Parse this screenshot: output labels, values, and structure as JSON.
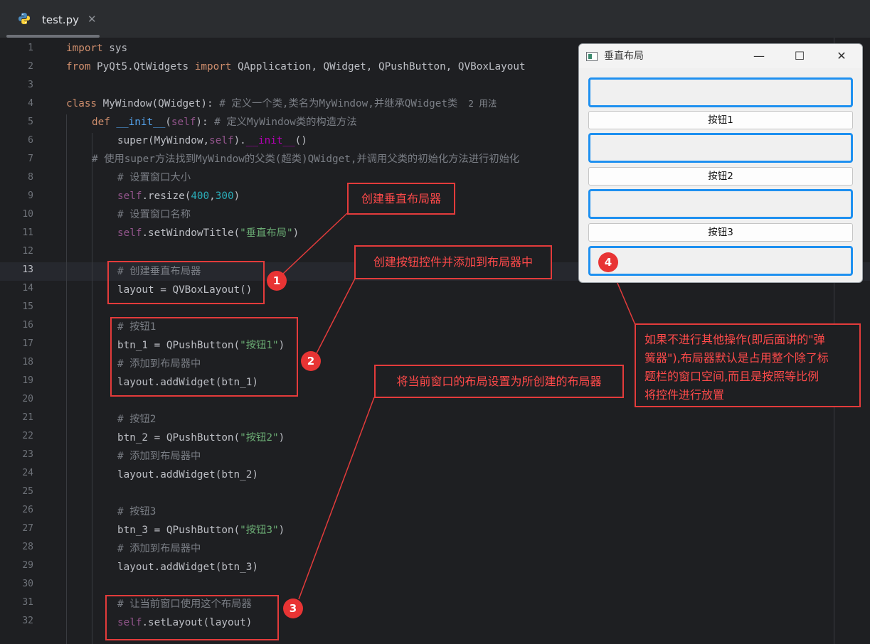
{
  "tab": {
    "file_name": "test.py",
    "close_glyph": "✕",
    "icon": "python-icon"
  },
  "editor": {
    "line_numbers": [
      "1",
      "2",
      "3",
      "4",
      "5",
      "6",
      "7",
      "8",
      "9",
      "10",
      "11",
      "12",
      "13",
      "14",
      "15",
      "16",
      "17",
      "18",
      "19",
      "20",
      "21",
      "22",
      "23",
      "24",
      "25",
      "26",
      "27",
      "28",
      "29",
      "30",
      "31",
      "32"
    ],
    "active_line": "13",
    "code": {
      "l1_kw": "import",
      "l1_rest": " sys",
      "l2_kw1": "from",
      "l2_mod": " PyQt5.QtWidgets ",
      "l2_kw2": "import",
      "l2_rest": " QApplication, QWidget, QPushButton, QVBoxLayout",
      "l4_kw": "class",
      "l4_rest": " MyWindow(QWidget): ",
      "l4_cm": "# 定义一个类,类名为MyWindow,并继承QWidget类",
      "l4_hint": "  2 用法",
      "l5_kw": "def",
      "l5_fn": " __init__",
      "l5_p1": "(",
      "l5_self": "self",
      "l5_p2": "): ",
      "l5_cm": "# 定义MyWindow类的构造方法",
      "l6_a": "super(MyWindow,",
      "l6_self": "self",
      "l6_b": ").",
      "l6_dunder": "__init__",
      "l6_c": "()",
      "l7_cm": "# 使用super方法找到MyWindow的父类(超类)QWidget,并调用父类的初始化方法进行初始化",
      "l8_cm": "# 设置窗口大小",
      "l9_self": "self",
      "l9_a": ".resize(",
      "l9_n1": "400",
      "l9_b": ",",
      "l9_n2": "300",
      "l9_c": ")",
      "l10_cm": "# 设置窗口名称",
      "l11_self": "self",
      "l11_a": ".setWindowTitle(",
      "l11_str": "\"垂直布局\"",
      "l11_b": ")",
      "l13_cm": "# 创建垂直布局器",
      "l14": "layout = QVBoxLayout()",
      "l16_cm": "# 按钮1",
      "l17_a": "btn_1 = QPushButton(",
      "l17_str": "\"按钮1\"",
      "l17_b": ")",
      "l18_cm": "# 添加到布局器中",
      "l19": "layout.addWidget(btn_1)",
      "l21_cm": "# 按钮2",
      "l22_a": "btn_2 = QPushButton(",
      "l22_str": "\"按钮2\"",
      "l22_b": ")",
      "l23_cm": "# 添加到布局器中",
      "l24": "layout.addWidget(btn_2)",
      "l26_cm": "# 按钮3",
      "l27_a": "btn_3 = QPushButton(",
      "l27_str": "\"按钮3\"",
      "l27_b": ")",
      "l28_cm": "# 添加到布局器中",
      "l29": "layout.addWidget(btn_3)",
      "l31_cm": "# 让当前窗口使用这个布局器",
      "l32_self": "self",
      "l32_a": ".setLayout(layout)"
    }
  },
  "annotations": {
    "label1": "创建垂直布局器",
    "label2": "创建按钮控件并添加到布局器中",
    "label3": "将当前窗口的布局设置为所创建的布局器",
    "label4_l1": "如果不进行其他操作(即后面讲的\"弹",
    "label4_l2": "簧器\"),布局器默认是占用整个除了标",
    "label4_l3": "题栏的窗口空间,而且是按照等比例",
    "label4_l4": "将控件进行放置",
    "badge1": "1",
    "badge2": "2",
    "badge3": "3",
    "badge4": "4",
    "color": "#e33b3b"
  },
  "qt_window": {
    "title": "垂直布局",
    "minimize": "—",
    "maximize": "☐",
    "close": "✕",
    "buttons": [
      "按钮1",
      "按钮2",
      "按钮3"
    ],
    "highlight_color": "#1e90f0"
  },
  "colors": {
    "keyword": "#cf8e6d",
    "self": "#94558d",
    "number": "#2aacb8",
    "string": "#6aab73",
    "comment": "#7a7e85",
    "function": "#56a8f5",
    "dunder": "#b200b2"
  }
}
